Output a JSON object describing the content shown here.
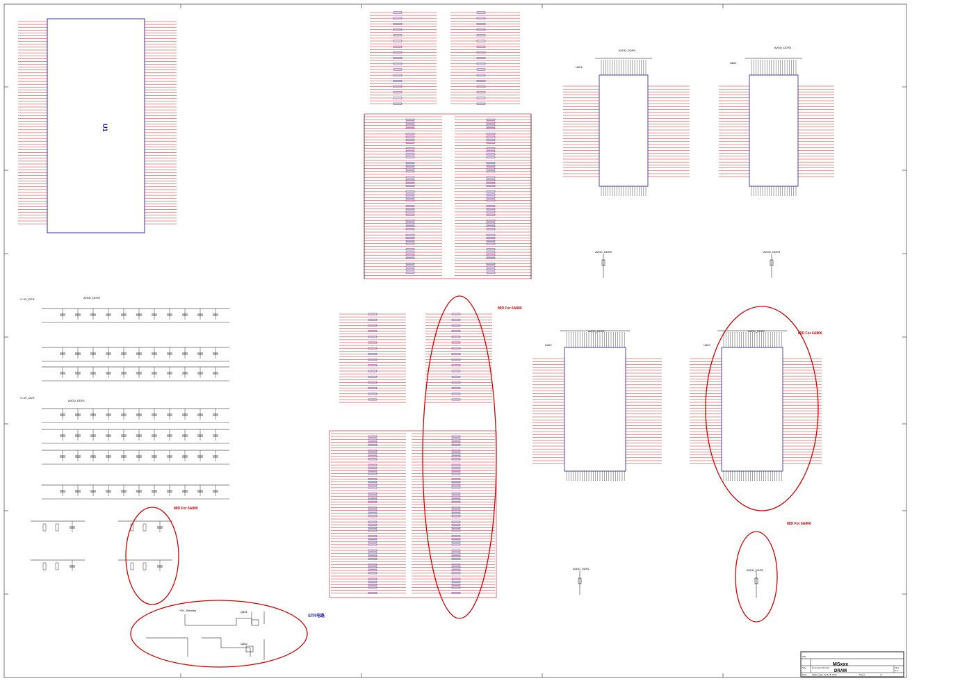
{
  "title_block": {
    "company": "MSxxx",
    "doc_title": "DRAM",
    "size_label": "Size",
    "doc_number_label": "Document Number",
    "rev_label": "Rev",
    "rev_value": "1.0",
    "date_label": "Date:",
    "date_value": "Wednesday, April 18, 2012",
    "sheet_label": "Sheet",
    "sheet_of": "of",
    "title_label": "Title"
  },
  "chips": {
    "mcu": {
      "ref": "U1",
      "part": "U1"
    },
    "ddr_u1": {
      "ref": "U804"
    },
    "ddr_u2": {
      "ref": "U801"
    },
    "ddr_u3": {
      "ref": "U802"
    },
    "ddr_u4": {
      "ref": "U803"
    }
  },
  "power_labels": {
    "avdd_ddr0": "AVDD_DDR0",
    "avdd_ddr1": "AVDD_DDR1",
    "v15_ddr": "+1.5V_DDR",
    "v5_standby": "+5V_Standby"
  },
  "annotations": {
    "mid_for_6a806_a": "MID For 6A806",
    "mid_for_6a806_b": "MID For 6A806",
    "mid_for_6a806_c": "MID For 6A806",
    "mid_for_6a806_d": "MID For 6A806",
    "str_circuit": "STR电路"
  },
  "str": {
    "q1": "Q801",
    "q2": "Q802"
  }
}
